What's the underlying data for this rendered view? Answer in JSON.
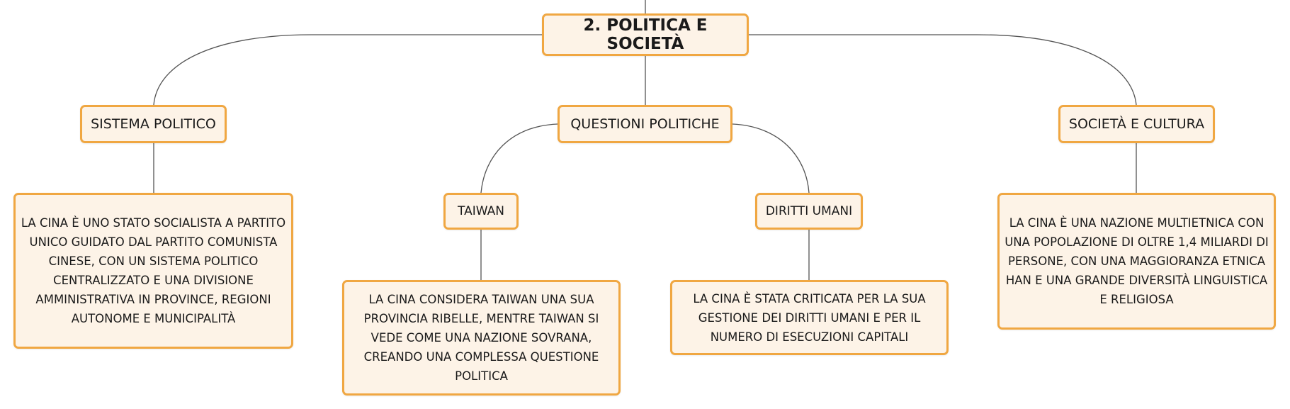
{
  "diagram": {
    "root": {
      "label": "2. POLITICA E SOCIETÀ"
    },
    "topics": {
      "sistema_politico": {
        "label": "SISTEMA POLITICO",
        "description": "LA CINA È UNO STATO SOCIALISTA A PARTITO UNICO GUIDATO DAL PARTITO COMUNISTA CINESE, CON UN SISTEMA POLITICO CENTRALIZZATO E UNA DIVISIONE AMMINISTRATIVA IN PROVINCE, REGIONI AUTONOME E MUNICIPALITÀ"
      },
      "questioni_politiche": {
        "label": "QUESTIONI POLITICHE",
        "taiwan": {
          "label": "TAIWAN",
          "description": "LA CINA CONSIDERA TAIWAN UNA SUA PROVINCIA RIBELLE, MENTRE TAIWAN SI VEDE COME UNA NAZIONE SOVRANA, CREANDO UNA COMPLESSA QUESTIONE POLITICA"
        },
        "diritti_umani": {
          "label": "DIRITTI UMANI",
          "description": "LA CINA È STATA CRITICATA PER LA SUA GESTIONE DEI DIRITTI UMANI E PER IL NUMERO DI ESECUZIONI CAPITALI"
        }
      },
      "societa_cultura": {
        "label": "SOCIETÀ E CULTURA",
        "description": "LA CINA È UNA NAZIONE MULTIETNICA CON UNA POPOLAZIONE DI OLTRE 1,4 MILIARDI DI PERSONE, CON UNA MAGGIORANZA ETNICA HAN E UNA GRANDE DIVERSITÀ LINGUISTICA E RELIGIOSA"
      }
    },
    "colors": {
      "node_fill": "#fdf3e7",
      "node_border": "#f0a742",
      "connector": "#555555"
    }
  }
}
